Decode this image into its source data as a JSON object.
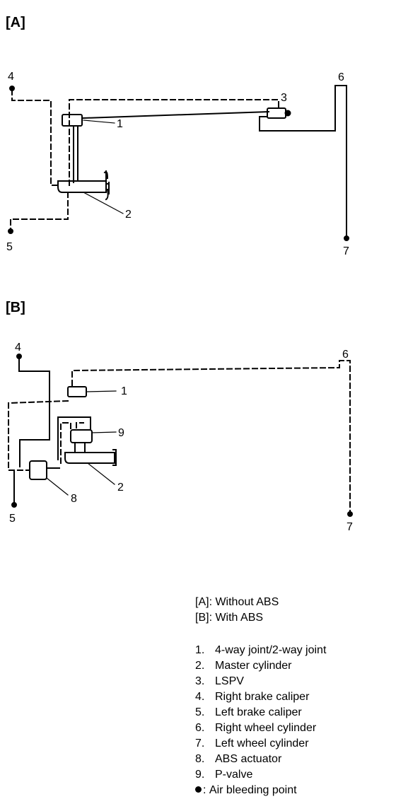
{
  "diagram_a": {
    "label": "[A]",
    "callouts": {
      "n1": "1",
      "n2": "2",
      "n3": "3",
      "n4": "4",
      "n5": "5",
      "n6": "6",
      "n7": "7"
    }
  },
  "diagram_b": {
    "label": "[B]",
    "callouts": {
      "n1": "1",
      "n2": "2",
      "n4": "4",
      "n5": "5",
      "n6": "6",
      "n7": "7",
      "n8": "8",
      "n9": "9"
    }
  },
  "legend": {
    "variants": [
      "[A]: Without ABS",
      "[B]: With ABS"
    ],
    "items": [
      {
        "key": "1.",
        "text": "4-way joint/2-way joint"
      },
      {
        "key": "2.",
        "text": "Master cylinder"
      },
      {
        "key": "3.",
        "text": "LSPV"
      },
      {
        "key": "4.",
        "text": "Right brake caliper"
      },
      {
        "key": "5.",
        "text": "Left brake caliper"
      },
      {
        "key": "6.",
        "text": "Right wheel cylinder"
      },
      {
        "key": "7.",
        "text": "Left wheel cylinder"
      },
      {
        "key": "8.",
        "text": "ABS actuator"
      },
      {
        "key": "9.",
        "text": "P-valve"
      }
    ],
    "bleed": {
      "text": "Air bleeding point",
      "icon": "filled-circle-icon"
    }
  }
}
